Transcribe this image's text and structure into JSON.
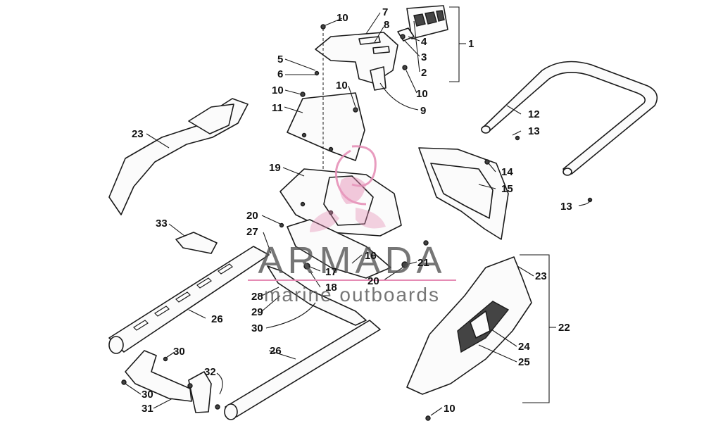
{
  "watermark": {
    "brand": "ARMADA",
    "tagline": "marine outboards",
    "brand_color": "#3a3a3a",
    "accent_color": "#e58bb4"
  },
  "callouts": {
    "c1": "1",
    "c2": "2",
    "c3": "3",
    "c4": "4",
    "c5": "5",
    "c6": "6",
    "c7": "7",
    "c8": "8",
    "c9": "9",
    "c10a": "10",
    "c10b": "10",
    "c10c": "10",
    "c10d": "10",
    "c10e": "10",
    "c11": "11",
    "c12": "12",
    "c13a": "13",
    "c13b": "13",
    "c14": "14",
    "c15": "15",
    "c16": "16",
    "c17": "17",
    "c18": "18",
    "c19": "19",
    "c20a": "20",
    "c20b": "20",
    "c21": "21",
    "c22": "22",
    "c23a": "23",
    "c23b": "23",
    "c24": "24",
    "c25": "25",
    "c26a": "26",
    "c26b": "26",
    "c27": "27",
    "c28": "28",
    "c29": "29",
    "c30a": "30",
    "c30b": "30",
    "c30c": "30",
    "c31": "31",
    "c32": "32",
    "c33": "33"
  }
}
